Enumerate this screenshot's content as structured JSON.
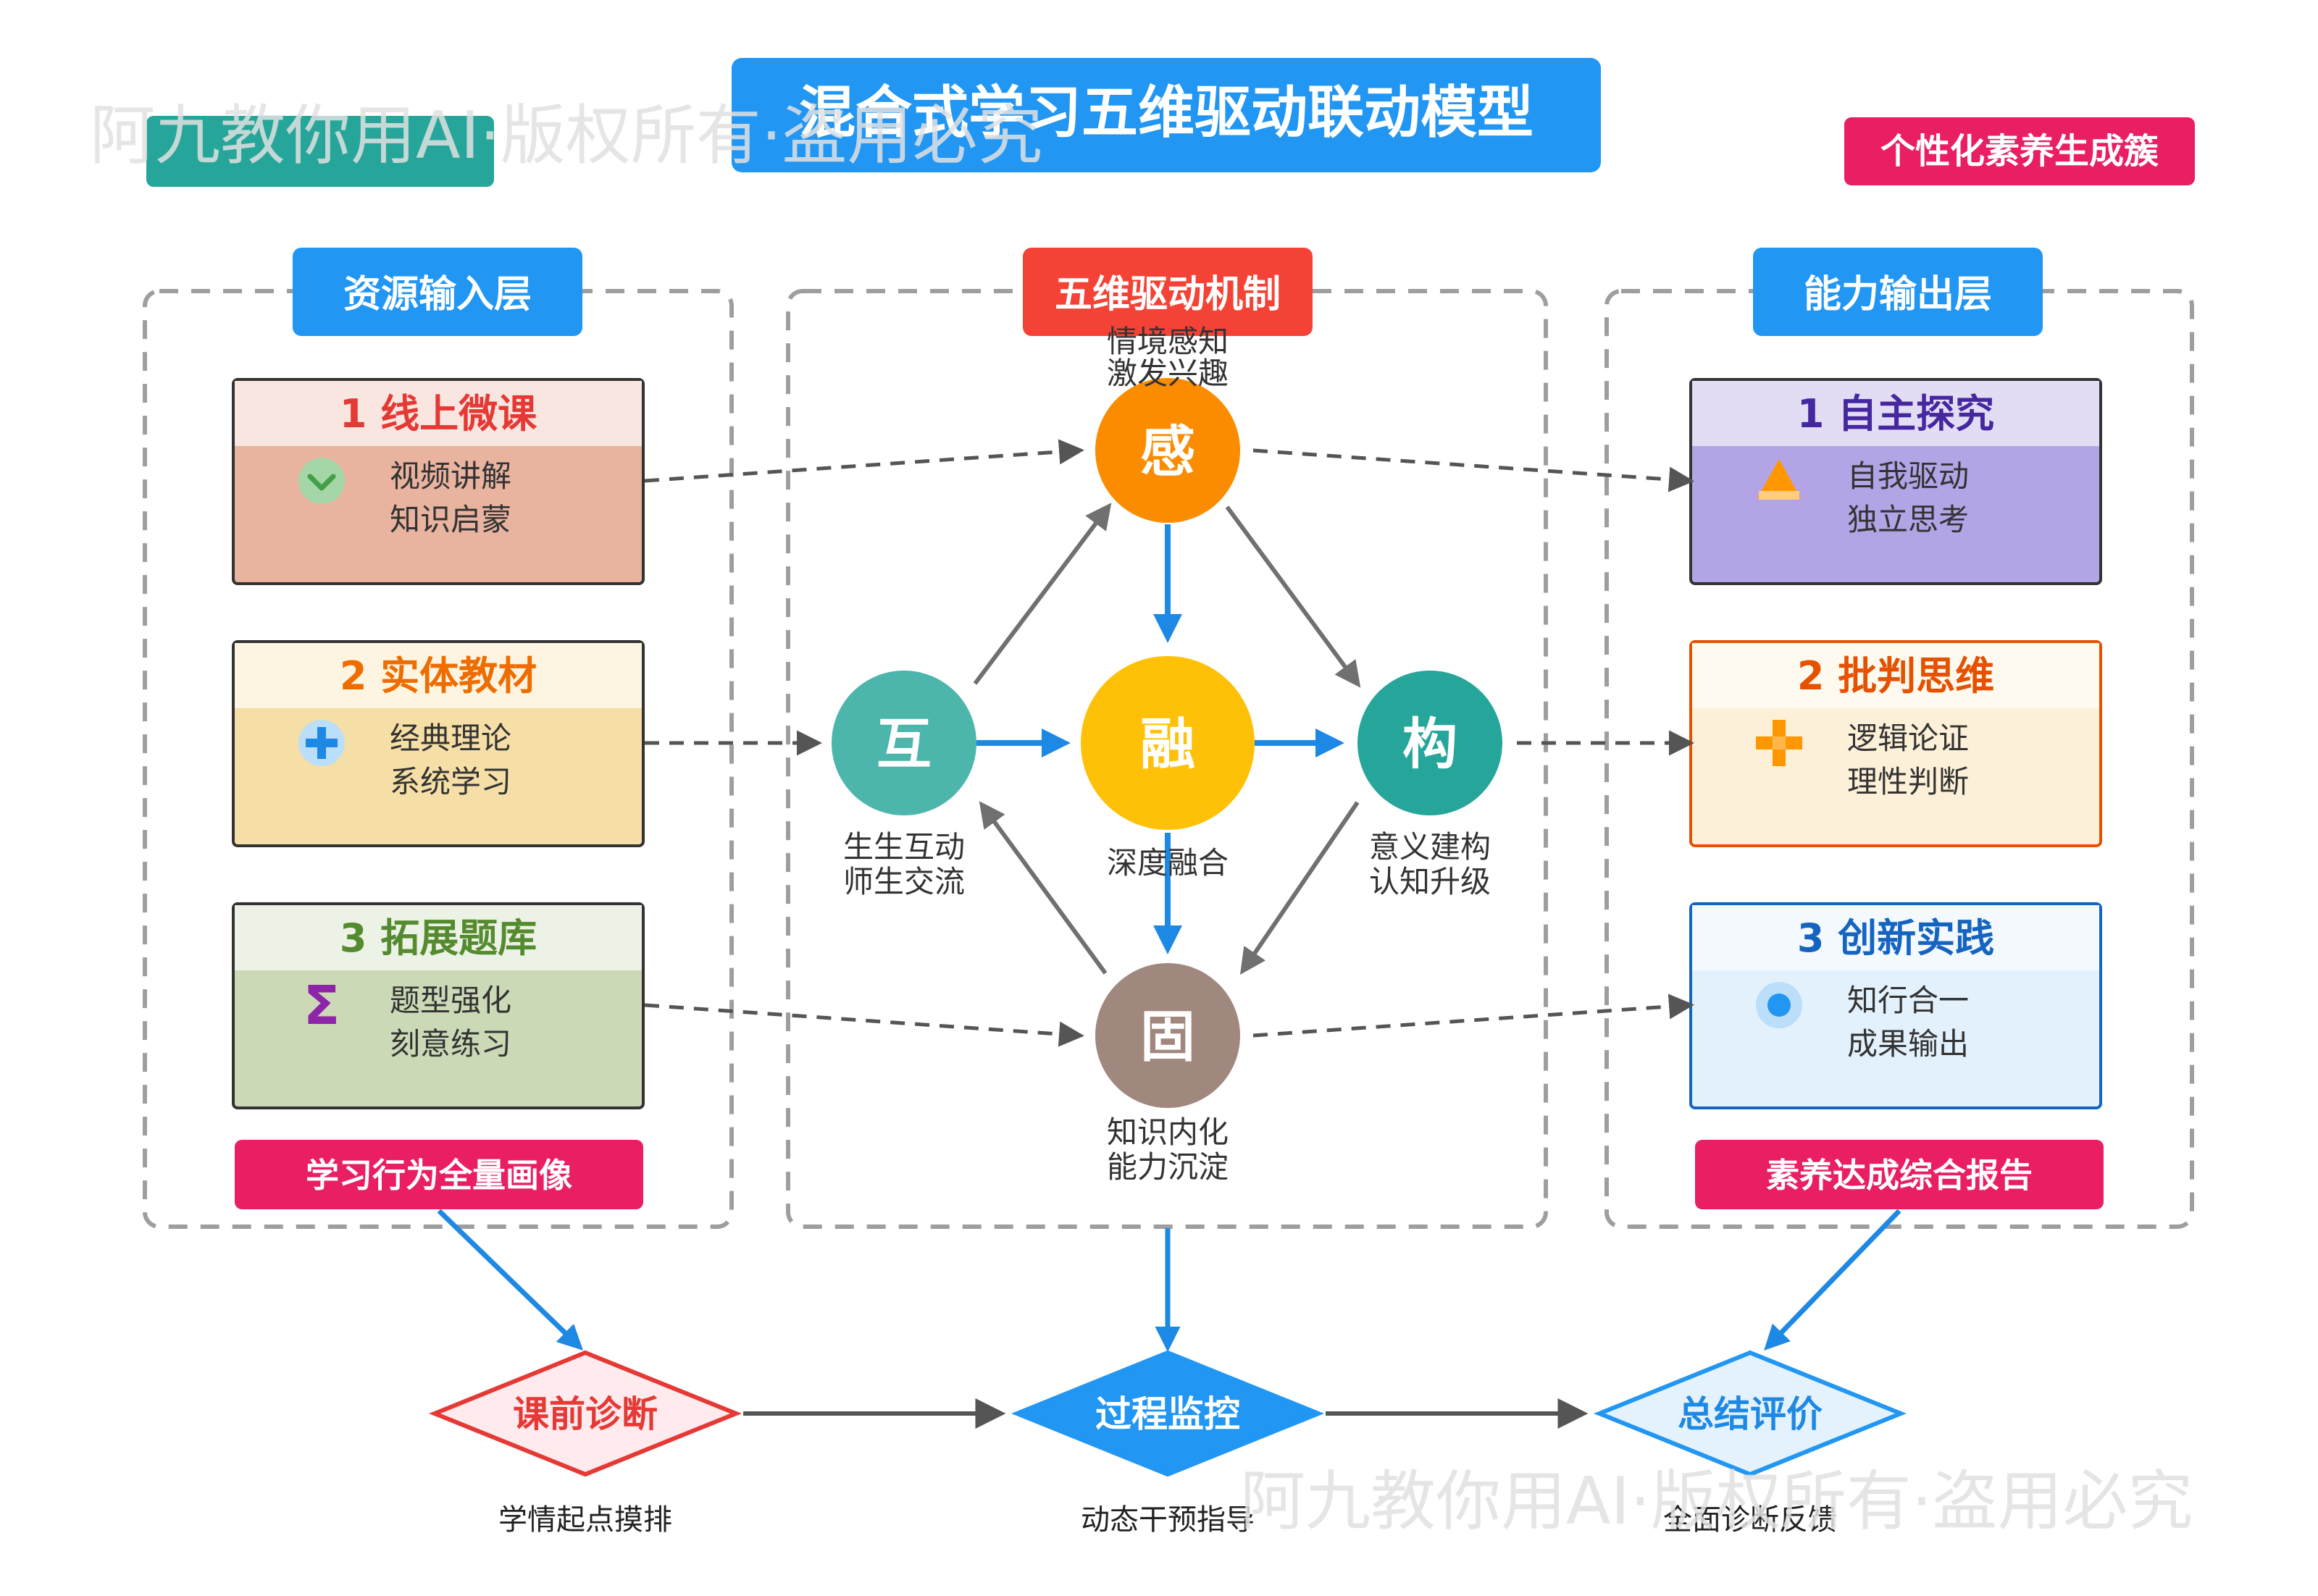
{
  "title": "混合式学习五维驱动联动模型",
  "top_left_tag": "",
  "top_right_tag": "个性化素养生成簇",
  "watermarks": [
    "阿九教你用AI·版权所有·盗用必究",
    "阿九教你用AI·版权所有·盗用必究"
  ],
  "columns": {
    "left": "资源输入层",
    "center": "五维驱动机制",
    "right": "能力输出层"
  },
  "left_cards": [
    {
      "title": "1 线上微课",
      "line1": "视频讲解",
      "line2": "知识启蒙",
      "icon": "check-circle-icon",
      "accent": "#e53935",
      "head": "#f9e6e1",
      "body": "#e8b39f"
    },
    {
      "title": "2 实体教材",
      "line1": "经典理论",
      "line2": "系统学习",
      "icon": "plus-circle-icon",
      "accent": "#ef6c00",
      "head": "#fdf5e1",
      "body": "#f5dfa6"
    },
    {
      "title": "3 拓展题库",
      "line1": "题型强化",
      "line2": "刻意练习",
      "icon": "sigma-icon",
      "accent": "#558b2f",
      "head": "#edf2e6",
      "body": "#ccd9b7"
    }
  ],
  "right_cards": [
    {
      "title": "1 自主探究",
      "line1": "自我驱动",
      "line2": "独立思考",
      "icon": "triangle-up-icon",
      "accent": "#4527a0",
      "head": "#e3dcf5",
      "body": "#b3a4e6"
    },
    {
      "title": "2 批判思维",
      "line1": "逻辑论证",
      "line2": "理性判断",
      "icon": "plus-icon",
      "accent": "#e65100",
      "head": "#fffaf0",
      "body": "#fdf0d8"
    },
    {
      "title": "3 创新实践",
      "line1": "知行合一",
      "line2": "成果输出",
      "icon": "target-icon",
      "accent": "#1565c0",
      "head": "#f4f9fe",
      "body": "#e3f1fd"
    }
  ],
  "left_footer": "学习行为全量画像",
  "right_footer": "素养达成综合报告",
  "nodes": [
    {
      "char": "感",
      "label1": "情境感知",
      "label2": "激发兴趣",
      "color": "#fb8c00"
    },
    {
      "char": "互",
      "label1": "生生互动",
      "label2": "师生交流",
      "color": "#4db6ac"
    },
    {
      "char": "融",
      "label1": "深度融合",
      "label2": "",
      "color": "#ffc107"
    },
    {
      "char": "构",
      "label1": "意义建构",
      "label2": "认知升级",
      "color": "#26a69a"
    },
    {
      "char": "固",
      "label1": "知识内化",
      "label2": "能力沉淀",
      "color": "#a1887f"
    }
  ],
  "flow": [
    {
      "label": "课前诊断",
      "caption": "学情起点摸排"
    },
    {
      "label": "过程监控",
      "caption": "动态干预指导"
    },
    {
      "label": "总结评价",
      "caption": "全面诊断反馈"
    }
  ],
  "colors": {
    "blue": "#1e88e5",
    "red": "#f44336",
    "pink": "#e91e63",
    "gray_arrow": "#707070",
    "dash": "#9e9e9e",
    "teal": "#26a69a"
  }
}
